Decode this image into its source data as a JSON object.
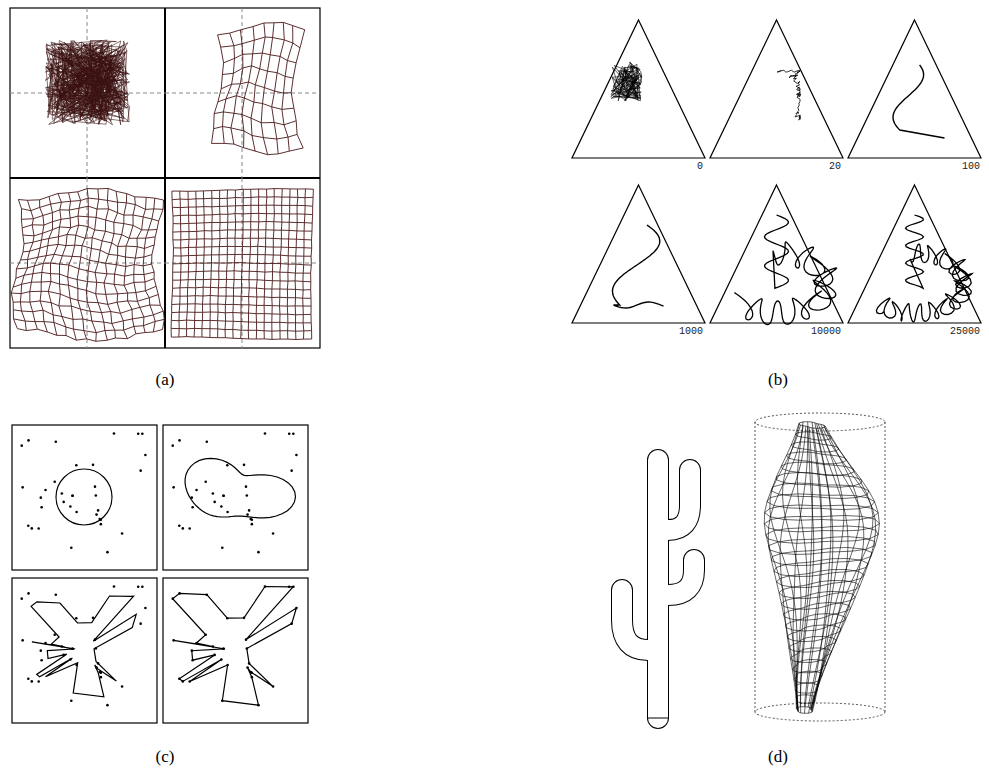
{
  "diagram": {
    "labels": [
      "(a)",
      "(b)",
      "(c)",
      "(d)",
      "0",
      "20",
      "100",
      "1000",
      "10000",
      "25000"
    ]
  }
}
